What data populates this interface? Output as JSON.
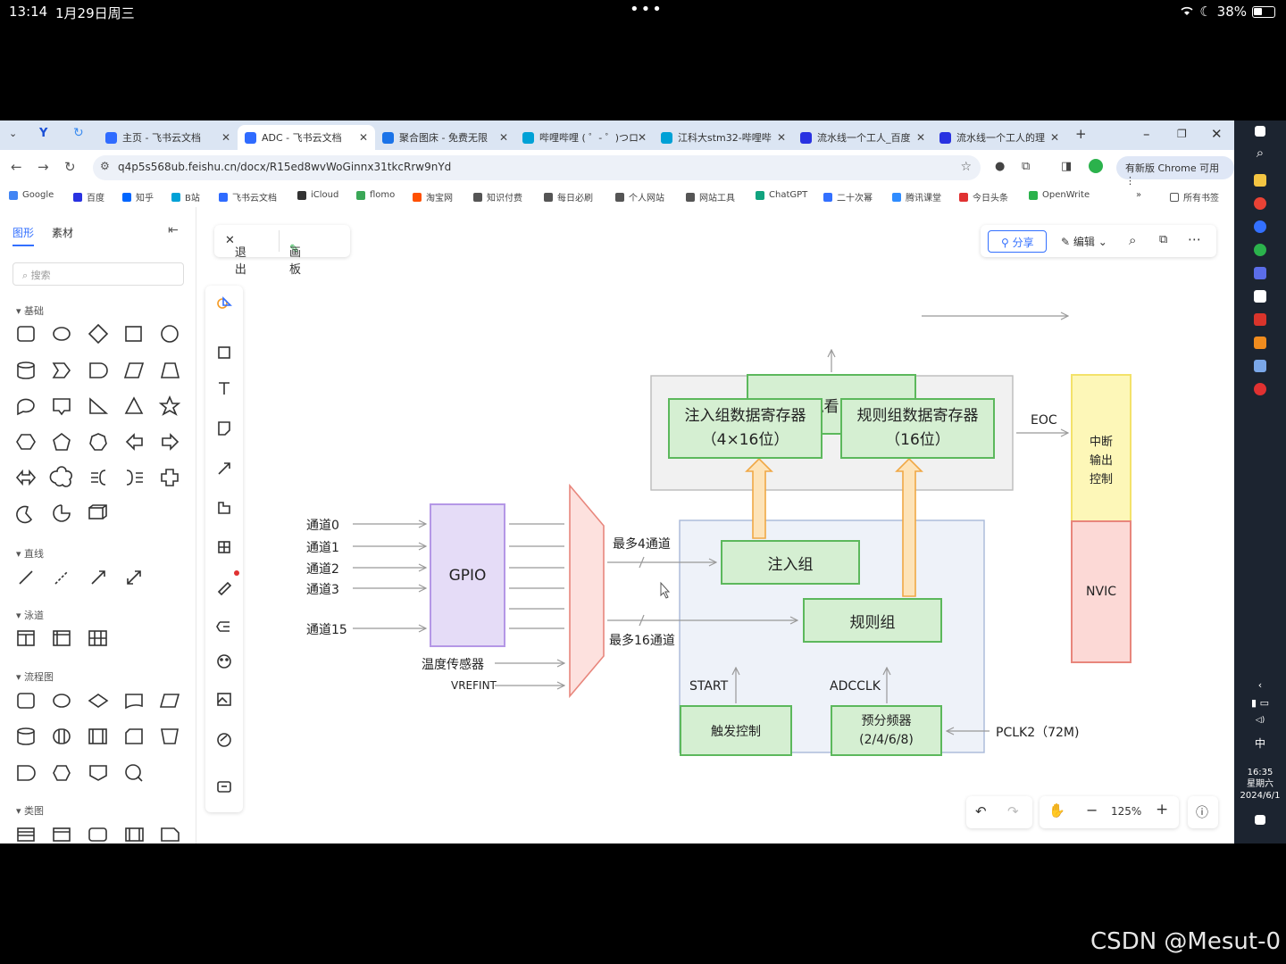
{
  "ipad_status": {
    "time": "13:14",
    "date": "1月29日周三",
    "battery": "38%"
  },
  "browser": {
    "tabs": [
      {
        "label": "主页 - 飞书云文档",
        "color": "#2f6bff"
      },
      {
        "label": "ADC - 飞书云文档",
        "color": "#2f6bff"
      },
      {
        "label": "聚合图床 - 免费无限",
        "color": "#1a73e8"
      },
      {
        "label": "哔哩哔哩 ( ゜- ゜)つロ",
        "color": "#00a1d6"
      },
      {
        "label": "江科大stm32-哔哩哔",
        "color": "#00a1d6"
      },
      {
        "label": "流水线一个工人_百度",
        "color": "#2932e1"
      },
      {
        "label": "流水线一个工人的理",
        "color": "#2932e1"
      }
    ],
    "url": "q4p5s568ub.feishu.cn/docx/R15ed8wvWoGinnx31tkcRrw9nYd",
    "update_button": "有新版 Chrome 可用",
    "bookmarks": [
      "Google",
      "百度",
      "知乎",
      "B站",
      "飞书云文档",
      "iCloud",
      "flomo",
      "淘宝网",
      "知识付费",
      "每日必刷",
      "个人网站",
      "网站工具",
      "ChatGPT",
      "二十次幂",
      "腾讯课堂",
      "今日头条",
      "OpenWrite"
    ],
    "all_bookmarks": "所有书签"
  },
  "left_panel": {
    "tabs": [
      "图形",
      "素材"
    ],
    "search_placeholder": "搜索",
    "sections": [
      "基础",
      "直线",
      "泳道",
      "流程图",
      "类图"
    ]
  },
  "main_toolbar": {
    "exit": "退出",
    "board": "画板"
  },
  "right_toolbar": {
    "share": "分享",
    "edit": "编辑"
  },
  "zoom": {
    "level": "125%"
  },
  "diagram": {
    "watchdog": "模拟看门狗",
    "interrupt_ctrl": [
      "中断",
      "输出",
      "控制"
    ],
    "injected_reg": [
      "注入组数据寄存器",
      "（4×16位）"
    ],
    "regular_reg": [
      "规则组数据寄存器",
      "（16位）"
    ],
    "eoc": "EOC",
    "channels": [
      "通道0",
      "通道1",
      "通道2",
      "通道3",
      "通道15"
    ],
    "gpio": "GPIO",
    "temp_sensor": "温度传感器",
    "vrefint": "VREFINT",
    "max4": "最多4通道",
    "max16": "最多16通道",
    "injected_group": "注入组",
    "regular_group": "规则组",
    "nvic": "NVIC",
    "start": "START",
    "adcclk": "ADCCLK",
    "trigger": "触发控制",
    "prescaler": [
      "预分频器",
      "(2/4/6/8)"
    ],
    "pclk2": "PCLK2（72M)"
  },
  "taskbar": {
    "ime": "中",
    "clock": "16:35",
    "weekday": "星期六",
    "date": "2024/6/1"
  },
  "watermark": "CSDN @Mesut-0"
}
